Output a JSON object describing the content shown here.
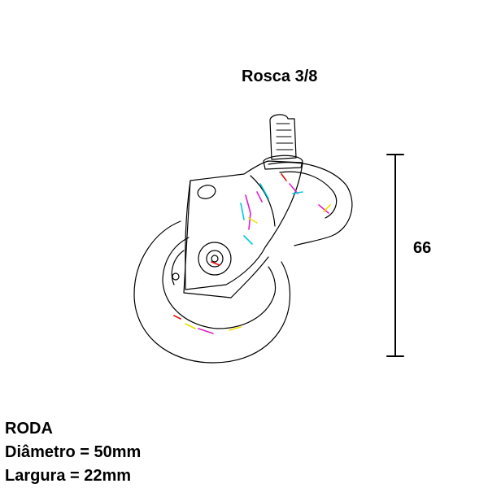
{
  "labels": {
    "thread": "Rosca 3/8",
    "height": "66"
  },
  "specs": {
    "title": "RODA",
    "diameter": "Diâmetro = 50mm",
    "width": "Largura = 22mm"
  },
  "colors": {
    "line": "#000000",
    "accent_magenta": "#e020c8",
    "accent_cyan": "#00c8e0",
    "accent_yellow": "#f0e000",
    "accent_red": "#e01010"
  }
}
